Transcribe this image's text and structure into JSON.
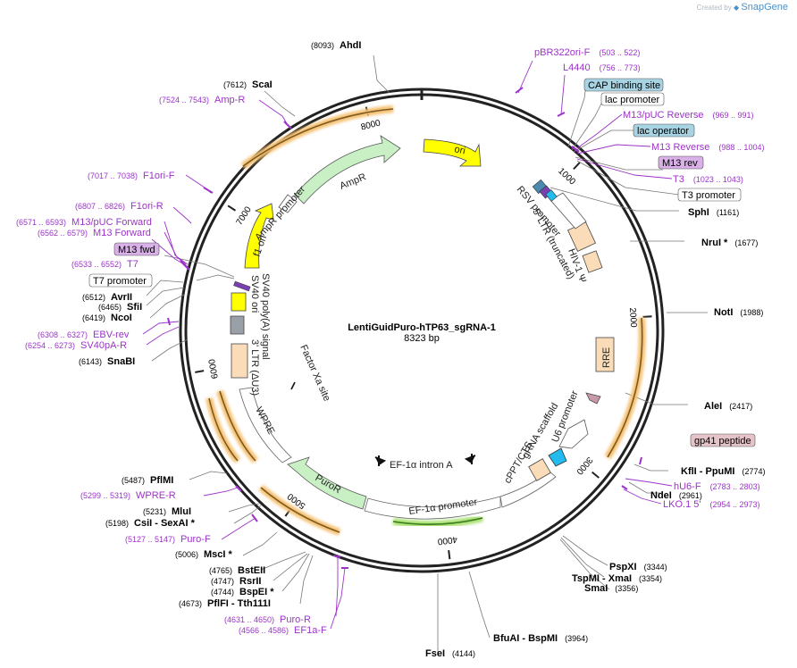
{
  "credit": {
    "prefix": "Created by",
    "brand": "SnapGene"
  },
  "plasmid": {
    "name": "LentiGuidPuro-hTP63_sgRNA-1",
    "size": "8323 bp",
    "length": 8323
  },
  "ruler": [
    "1000",
    "2000",
    "3000",
    "4000",
    "5000",
    "6000",
    "7000",
    "8000"
  ],
  "colors": {
    "feature_green": "#c8f0c4",
    "feature_yellow": "#ffff00",
    "feature_tan": "#fadcb8",
    "primer": "#9c33c9",
    "orange_glow": "#f5b040",
    "badge_blue": "#a7d3e3",
    "badge_pink": "#e5c4c9"
  },
  "sites": [
    {
      "name": "AhdI",
      "pos": "(8093)"
    },
    {
      "name": "ScaI",
      "pos": "(7612)"
    },
    {
      "name": "SphI",
      "pos": "(1161)"
    },
    {
      "name": "NruI *",
      "pos": "(1677)"
    },
    {
      "name": "NotI",
      "pos": "(1988)"
    },
    {
      "name": "AleI",
      "pos": "(2417)"
    },
    {
      "name": "KflI",
      "name2": "PpuMI",
      "pos": "(2774)"
    },
    {
      "name": "NdeI",
      "pos": "(2961)"
    },
    {
      "name": "PspXI",
      "pos": "(3344)"
    },
    {
      "name": "TspMI",
      "name2": "XmaI",
      "pos": "(3354)"
    },
    {
      "name": "SmaI",
      "pos": "(3356)"
    },
    {
      "name": "BfuAI",
      "name2": "BspMI",
      "pos": "(3964)"
    },
    {
      "name": "FseI",
      "pos": "(4144)"
    },
    {
      "name": "PflFI",
      "name2": "Tth111I",
      "pos": "(4673)"
    },
    {
      "name": "BspEI *",
      "pos": "(4744)"
    },
    {
      "name": "RsrII",
      "pos": "(4747)"
    },
    {
      "name": "BstEII",
      "pos": "(4765)"
    },
    {
      "name": "MscI *",
      "pos": "(5006)"
    },
    {
      "name": "CsiI",
      "name2": "SexAI *",
      "pos": "(5198)"
    },
    {
      "name": "MluI",
      "pos": "(5231)"
    },
    {
      "name": "PflMI",
      "pos": "(5487)"
    },
    {
      "name": "SnaBI",
      "pos": "(6143)"
    },
    {
      "name": "NcoI",
      "pos": "(6419)"
    },
    {
      "name": "SfiI",
      "pos": "(6465)"
    },
    {
      "name": "AvrII",
      "pos": "(6512)"
    }
  ],
  "primers": [
    {
      "name": "pBR322ori-F",
      "range": "(503 .. 522)"
    },
    {
      "name": "L4440",
      "range": "(756 .. 773)"
    },
    {
      "name": "M13/pUC Reverse",
      "range": "(969 .. 991)"
    },
    {
      "name": "M13 Reverse",
      "range": "(988 .. 1004)"
    },
    {
      "name": "T3",
      "range": "(1023 .. 1043)"
    },
    {
      "name": "hU6-F",
      "range": "(2783 .. 2803)"
    },
    {
      "name": "LKO.1 5'",
      "range": "(2954 .. 2973)"
    },
    {
      "name": "Puro-R",
      "range": "(4631 .. 4650)"
    },
    {
      "name": "EF1a-F",
      "range": "(4566 .. 4586)"
    },
    {
      "name": "Puro-F",
      "range": "(5127 .. 5147)"
    },
    {
      "name": "WPRE-R",
      "range": "(5299 .. 5319)"
    },
    {
      "name": "SV40pA-R",
      "range": "(6254 .. 6273)"
    },
    {
      "name": "EBV-rev",
      "range": "(6308 .. 6327)"
    },
    {
      "name": "T7",
      "range": "(6533 .. 6552)"
    },
    {
      "name": "M13 Forward",
      "range": "(6562 .. 6579)"
    },
    {
      "name": "M13/pUC Forward",
      "range": "(6571 .. 6593)"
    },
    {
      "name": "F1ori-R",
      "range": "(6807 .. 6826)"
    },
    {
      "name": "F1ori-F",
      "range": "(7017 .. 7038)"
    },
    {
      "name": "Amp-R",
      "range": "(7524 .. 7543)"
    }
  ],
  "badges": {
    "cap": "CAP binding site",
    "lac_promoter": "lac promoter",
    "lac_operator": "lac operator",
    "m13_rev": "M13 rev",
    "t3_promoter": "T3 promoter",
    "gp41": "gp41 peptide",
    "m13_fwd": "M13 fwd",
    "t7_promoter": "T7 promoter"
  },
  "features": {
    "ori": "ori",
    "ampr": "AmpR",
    "ampr_promoter": "AmpR promoter",
    "f1_ori": "f1 ori",
    "rsv_promoter": "RSV promoter",
    "ltr5": "5' LTR (truncated)",
    "hiv_psi": "HIV-1 Ψ",
    "rre": "RRE",
    "u6": "U6 promoter",
    "grna": "gRNA scaffold",
    "cppt": "cPPT/CTS",
    "ef1a_intron": "EF-1α intron A",
    "ef1a_promoter": "EF-1α promoter",
    "puror": "PuroR",
    "wpre": "WPRE",
    "ltr3": "3' LTR (ΔU3)",
    "sv40_polya": "SV40 poly(A) signal",
    "sv40_ori": "SV40 ori",
    "factor_xa": "Factor Xa site"
  }
}
